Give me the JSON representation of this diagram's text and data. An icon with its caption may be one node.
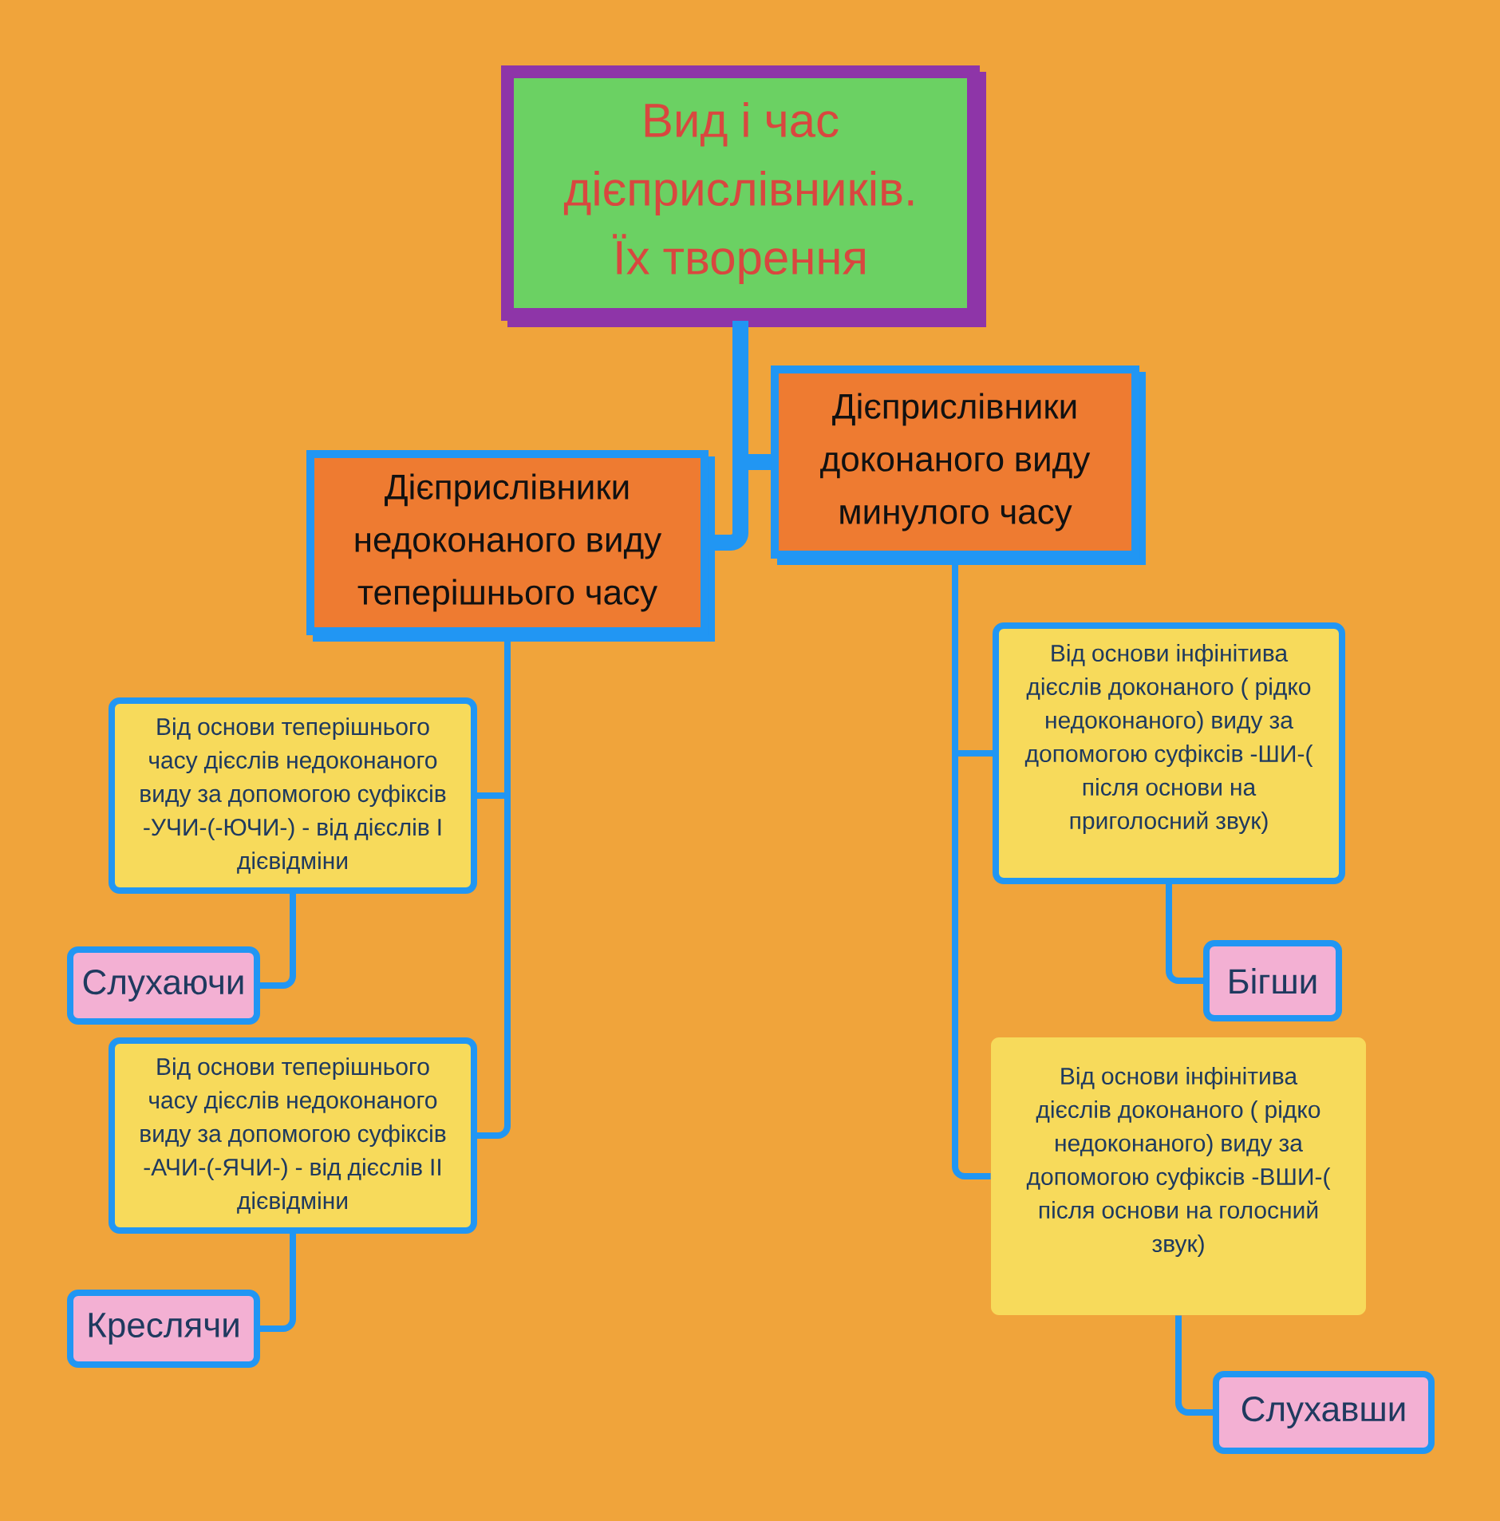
{
  "diagram": {
    "nodes": [
      {
        "text": [
          "Вид і час дієприслівників. Їх творення"
        ]
      },
      {
        "text": [
          "Дієприслівники недоконаного виду теперішнього часу"
        ]
      },
      {
        "text": [
          "Дієприслівники доконаного виду минулого часу"
        ]
      },
      {
        "text": [
          "Від основи теперішнього часу дієслів недоконаного виду за допомогою суфіксів -УЧИ-(-ЮЧИ-) - від дієслів І дієвідміни"
        ]
      },
      {
        "text": [
          "Слухаючи"
        ]
      },
      {
        "text": [
          "Від основи теперішнього часу дієслів недоконаного виду за допомогою суфіксів -АЧИ-(-ЯЧИ-) - від дієслів ІІ дієвідміни"
        ]
      },
      {
        "text": [
          "Креслячи"
        ]
      },
      {
        "text": [
          "Від основи інфінітива дієслів доконаного ( рідко недоконаного) виду за допомогою суфіксів -ШИ-( після основи на приголосний звук)"
        ]
      },
      {
        "text": [
          "Бігши"
        ]
      },
      {
        "text": [
          "Від основи інфінітива дієслів доконаного ( рідко недоконаного) виду за допомогою суфіксів -ВШИ-( після основи на голосний звук)"
        ]
      },
      {
        "text": [
          "Слухавши"
        ]
      }
    ],
    "edges": [
      {
        "from": 0,
        "to": 1,
        "arrow": "none",
        "style": "thick"
      },
      {
        "from": 0,
        "to": 2,
        "arrow": "none",
        "style": "thick"
      },
      {
        "from": 1,
        "to": 3,
        "arrow": "none"
      },
      {
        "from": 1,
        "to": 5,
        "arrow": "none"
      },
      {
        "from": 3,
        "to": 4,
        "arrow": "none"
      },
      {
        "from": 5,
        "to": 6,
        "arrow": "none"
      },
      {
        "from": 2,
        "to": 7,
        "arrow": "none"
      },
      {
        "from": 2,
        "to": 9,
        "arrow": "none"
      },
      {
        "from": 7,
        "to": 8,
        "arrow": "none"
      },
      {
        "from": 9,
        "to": 10,
        "arrow": "none"
      }
    ]
  }
}
